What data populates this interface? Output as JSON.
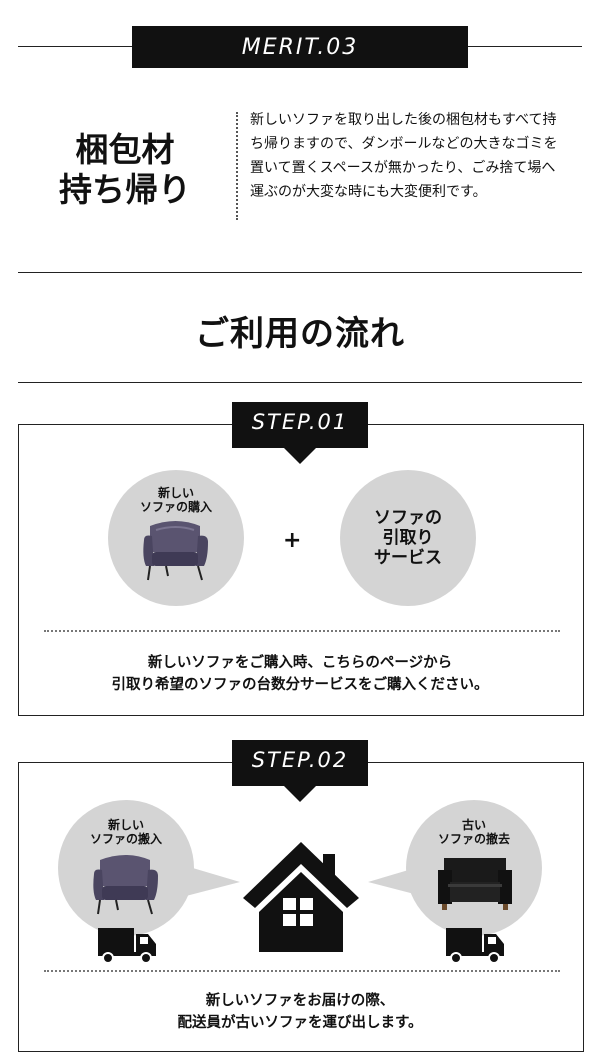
{
  "merit": {
    "badge": "MERIT.03",
    "title_line1": "梱包材",
    "title_line2": "持ち帰り",
    "text": "新しいソファを取り出した後の梱包材もすべて持ち帰りますので、ダンボールなどの大きなゴミを置いて置くスペースが無かったり、ごみ捨て場へ運ぶのが大変な時にも大変便利です。"
  },
  "flow": {
    "title": "ご利用の流れ"
  },
  "step1": {
    "badge": "STEP.01",
    "left_circle": {
      "line1": "新しい",
      "line2": "ソファの購入",
      "icon": "purple-armchair-icon"
    },
    "plus": "+",
    "right_circle": {
      "line1": "ソファの",
      "line2": "引取り",
      "line3": "サービス"
    },
    "caption_line1": "新しいソファをご購入時、こちらのページから",
    "caption_line2": "引取り希望のソファの台数分サービスをご購入ください。"
  },
  "step2": {
    "badge": "STEP.02",
    "left_bubble": {
      "line1": "新しい",
      "line2": "ソファの搬入",
      "icon": "purple-armchair-icon"
    },
    "right_bubble": {
      "line1": "古い",
      "line2": "ソファの撤去",
      "icon": "black-sofa-icon"
    },
    "center_icon": "house-icon",
    "truck_icon": "truck-icon",
    "caption_line1": "新しいソファをお届けの際、",
    "caption_line2": "配送員が古いソファを運び出します。"
  },
  "colors": {
    "dark": "#111111",
    "circle_gray": "#d4d4d4",
    "chair_purple": "#4a4560"
  }
}
